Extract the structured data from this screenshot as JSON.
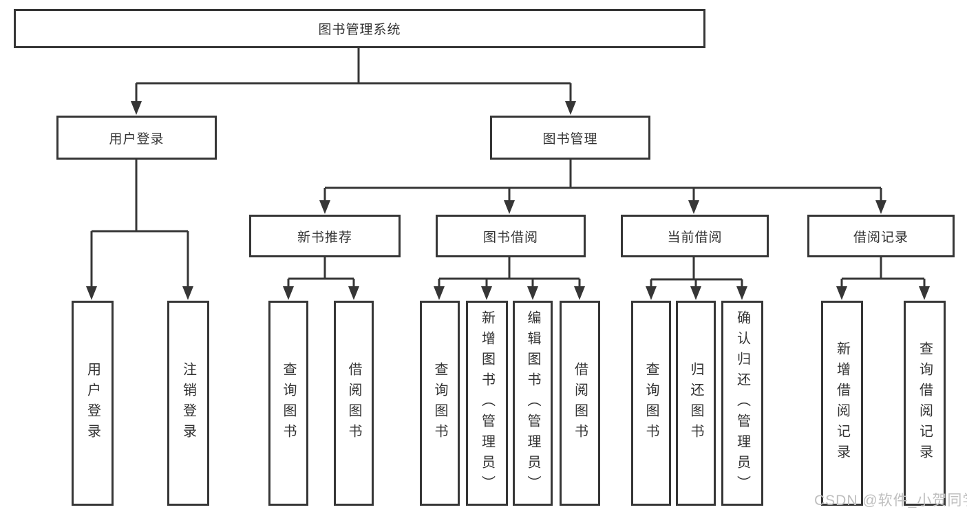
{
  "diagram": {
    "title": "图书管理系统",
    "root_label": "图书管理系统",
    "level1": [
      "用户登录",
      "图书管理"
    ],
    "level2": [
      "新书推荐",
      "图书借阅",
      "当前借阅",
      "借阅记录"
    ],
    "leaves_user_login": [
      "用户登录",
      "注销登录"
    ],
    "leaves_new_book": [
      "查询图书",
      "借阅图书"
    ],
    "leaves_book_borrow": [
      "查询图书",
      "新增图书（管理员）",
      "编辑图书（管理员）",
      "借阅图书"
    ],
    "leaves_current_borrow": [
      "查询图书",
      "归还图书",
      "确认归还（管理员）"
    ],
    "leaves_borrow_record": [
      "新增借阅记录",
      "查询借阅记录"
    ]
  },
  "watermark": "CSDN @软件_小贺同学",
  "colors": {
    "line": "#363636",
    "box_background": "#ffffff",
    "text": "#333333",
    "watermark": "#bfbfbf"
  }
}
